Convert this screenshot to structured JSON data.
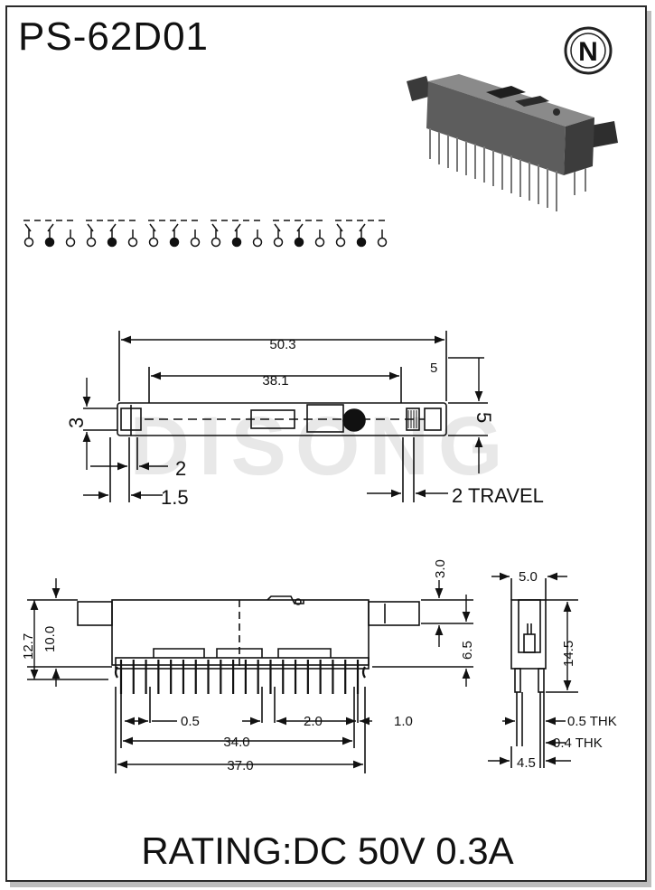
{
  "title": "PS-62D01",
  "rating": "RATING:DC 50V 0.3A",
  "watermark": "DISONG",
  "logo_letter": "N",
  "colors": {
    "line": "#111111",
    "watermark": "#e6e6e6",
    "frame": "#2a2a2a"
  },
  "top_view": {
    "overall_length": "50.3",
    "pin_span": "38.1",
    "right_offset": "5",
    "height_right": "5",
    "height_left": "3",
    "pitch_small": "2",
    "edge_offset": "1.5",
    "travel": "2 TRAVEL"
  },
  "front_view": {
    "top_gap": "3.0",
    "overall_height": "12.7",
    "body_height": "10.0",
    "pin_length": "6.5",
    "pin_width": "0.5",
    "pin_pitch": "2.0",
    "pin_offset": "1.0",
    "pin_span": "34.0",
    "overall_width": "37.0"
  },
  "side_view": {
    "width": "5.0",
    "height": "14.5",
    "thickness_1": "0.5 THK",
    "thickness_2": "0.4 THK",
    "base_width": "4.5"
  },
  "schematic": {
    "contact_groups": 6
  }
}
